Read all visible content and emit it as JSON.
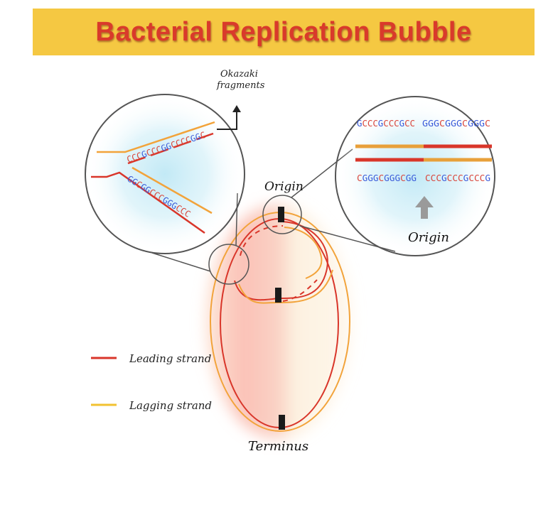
{
  "title": "Bacterial Replication Bubble",
  "labels": {
    "okazaki_line1": "Okazaki",
    "okazaki_line2": "fragments",
    "origin_top": "Origin",
    "origin_zoom": "Origin",
    "terminus": "Terminus",
    "legend_leading": "Leading strand",
    "legend_lagging": "Lagging strand"
  },
  "sequences": {
    "fork_top": "CCCGCCCGGCCCCGGC",
    "fork_bottom": "GGCGGCCCGGGCCC",
    "origin_top_left": "GCCCGCCCGCC",
    "origin_top_right": "GGGCGGGCGGGC",
    "origin_bottom_left": "CGGGCGGGCGG",
    "origin_bottom_right": "CCCGCCCGCCCG"
  },
  "colors": {
    "title_bg": "#f5c842",
    "title_text": "#d93a2b",
    "leading_strand": "#d9362a",
    "lagging_strand": "#f2a33a",
    "legend_lagging": "#f2c230",
    "nucleotide_c": "#d9473d",
    "nucleotide_g": "#3a5bd9",
    "arrow": "#9a9a9a",
    "marker": "#1a1a1a"
  }
}
